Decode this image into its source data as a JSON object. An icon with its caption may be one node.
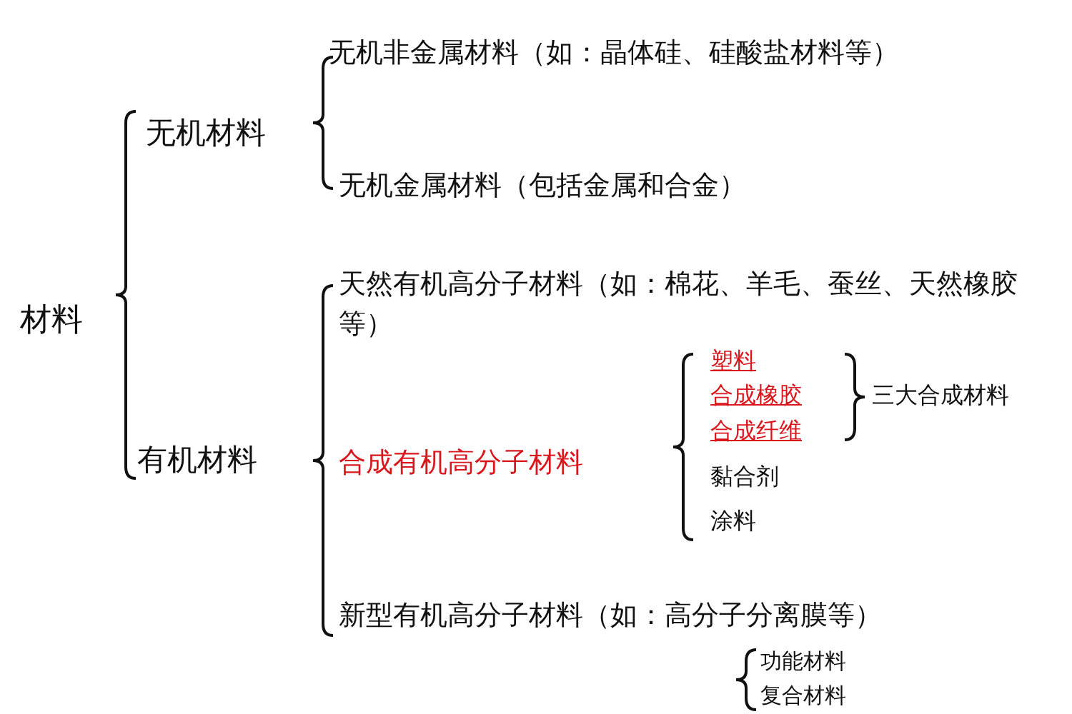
{
  "diagram": {
    "labels": [
      "材料",
      "无机材料",
      "无机非金属材料（如：晶体硅、硅酸盐材料等）",
      "无机金属材料（包括金属和合金）",
      "有机材料",
      "天然有机高分子材料（如：棉花、羊毛、蚕丝、天然橡胶等）",
      "合成有机高分子材料",
      "塑料",
      "合成橡胶",
      "合成纤维",
      "三大合成材料",
      "黏合剂",
      "涂料",
      "新型有机高分子材料（如：高分子分离膜等）",
      "功能材料",
      "复合材料"
    ]
  }
}
